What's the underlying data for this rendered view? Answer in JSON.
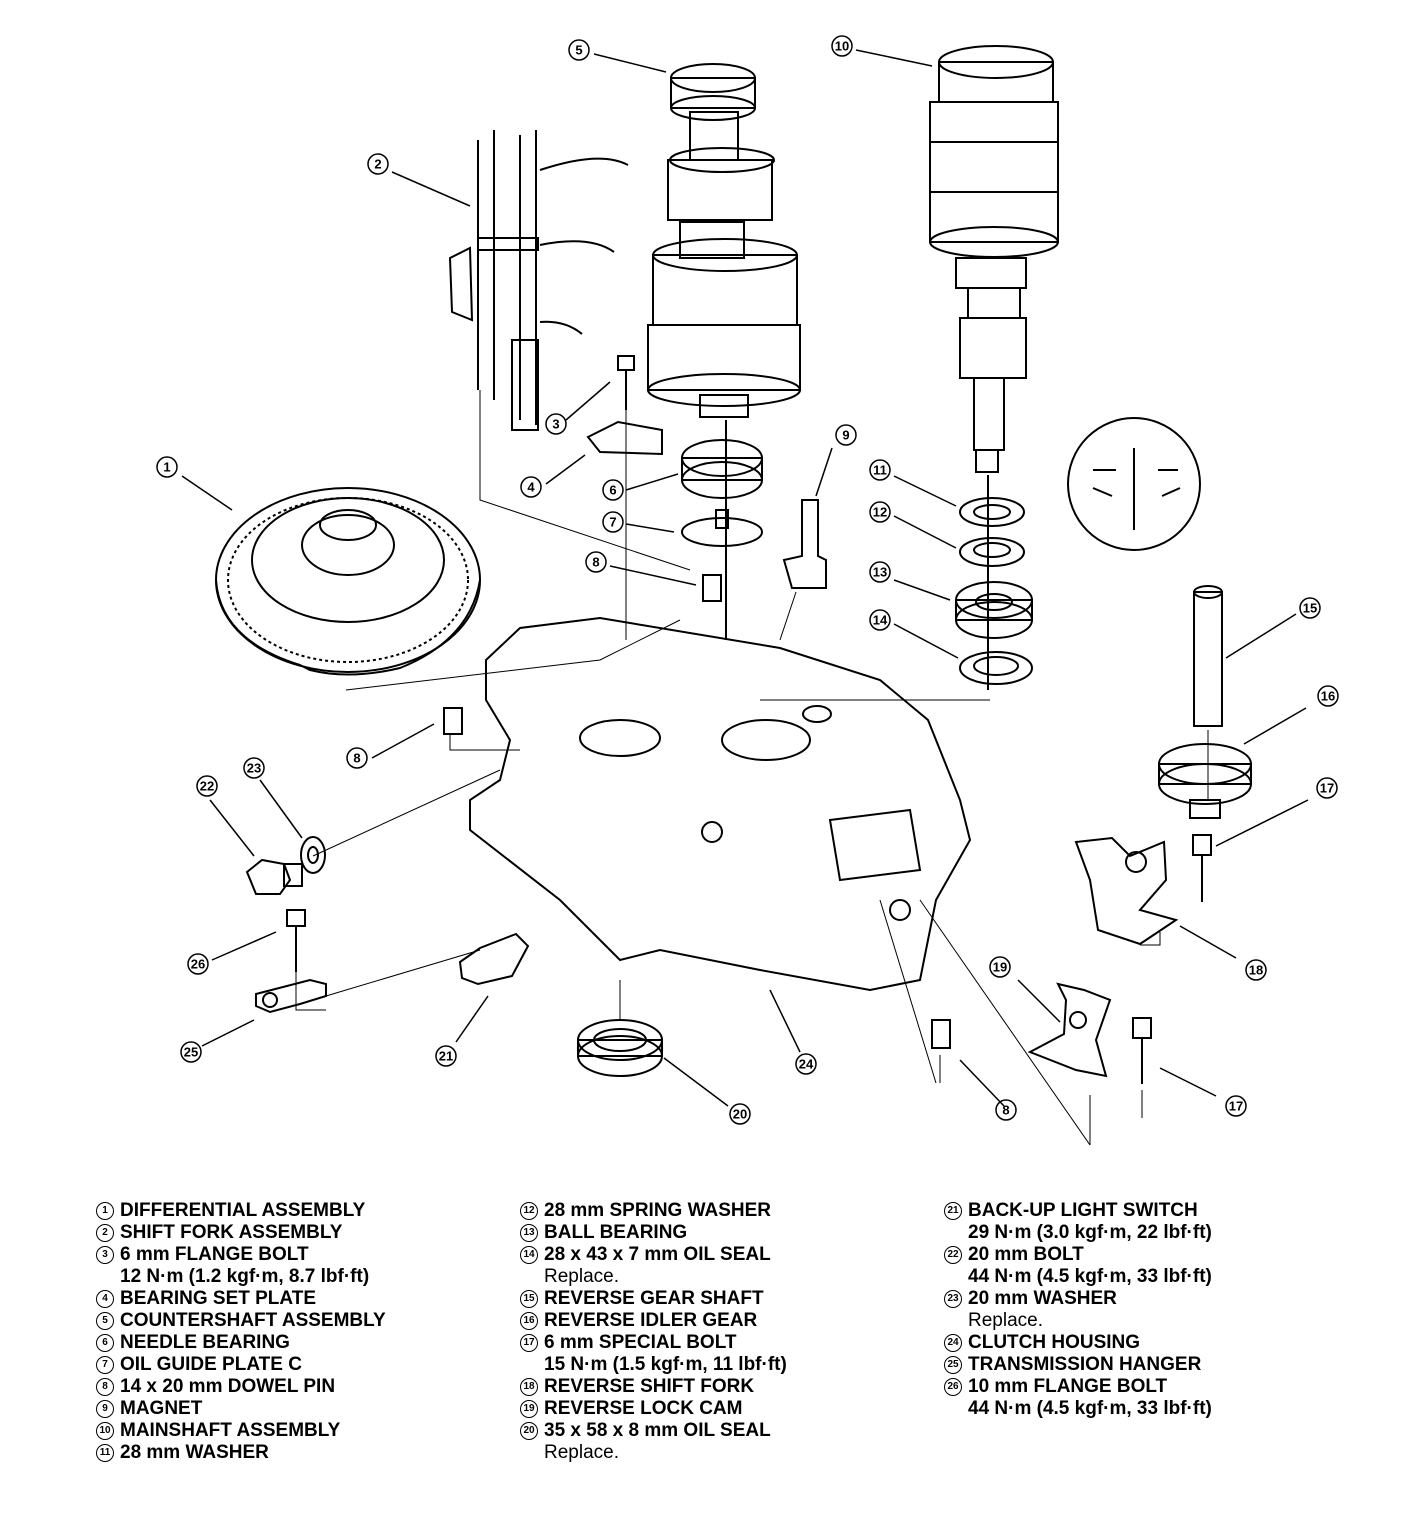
{
  "callouts": [
    {
      "num": "1"
    },
    {
      "num": "2"
    },
    {
      "num": "3"
    },
    {
      "num": "4"
    },
    {
      "num": "5"
    },
    {
      "num": "6"
    },
    {
      "num": "7"
    },
    {
      "num": "8"
    },
    {
      "num": "8"
    },
    {
      "num": "8"
    },
    {
      "num": "9"
    },
    {
      "num": "10"
    },
    {
      "num": "11"
    },
    {
      "num": "12"
    },
    {
      "num": "13"
    },
    {
      "num": "14"
    },
    {
      "num": "15"
    },
    {
      "num": "16"
    },
    {
      "num": "17"
    },
    {
      "num": "17"
    },
    {
      "num": "18"
    },
    {
      "num": "19"
    },
    {
      "num": "20"
    },
    {
      "num": "21"
    },
    {
      "num": "22"
    },
    {
      "num": "23"
    },
    {
      "num": "24"
    },
    {
      "num": "25"
    },
    {
      "num": "26"
    }
  ],
  "legend": {
    "col1": [
      {
        "num": "1",
        "label": "DIFFERENTIAL ASSEMBLY"
      },
      {
        "num": "2",
        "label": "SHIFT FORK ASSEMBLY"
      },
      {
        "num": "3",
        "label": "6 mm FLANGE BOLT",
        "spec": "12 N·m (1.2 kgf·m, 8.7 lbf·ft)"
      },
      {
        "num": "4",
        "label": "BEARING SET PLATE"
      },
      {
        "num": "5",
        "label": "COUNTERSHAFT ASSEMBLY"
      },
      {
        "num": "6",
        "label": "NEEDLE BEARING"
      },
      {
        "num": "7",
        "label": "OIL GUIDE PLATE C"
      },
      {
        "num": "8",
        "label": "14 x 20 mm DOWEL PIN"
      },
      {
        "num": "9",
        "label": "MAGNET"
      },
      {
        "num": "10",
        "label": "MAINSHAFT ASSEMBLY"
      },
      {
        "num": "11",
        "label": "28 mm WASHER"
      }
    ],
    "col2": [
      {
        "num": "12",
        "label": "28 mm SPRING WASHER"
      },
      {
        "num": "13",
        "label": "BALL BEARING"
      },
      {
        "num": "14",
        "label": "28 x 43 x 7 mm OIL SEAL",
        "note": "Replace."
      },
      {
        "num": "15",
        "label": "REVERSE GEAR SHAFT"
      },
      {
        "num": "16",
        "label": "REVERSE IDLER GEAR"
      },
      {
        "num": "17",
        "label": "6 mm SPECIAL BOLT",
        "spec": "15 N·m (1.5 kgf·m, 11 lbf·ft)"
      },
      {
        "num": "18",
        "label": "REVERSE SHIFT FORK"
      },
      {
        "num": "19",
        "label": "REVERSE LOCK CAM"
      },
      {
        "num": "20",
        "label": "35 x 58 x 8 mm OIL SEAL",
        "note": "Replace."
      }
    ],
    "col3": [
      {
        "num": "21",
        "label": "BACK-UP LIGHT SWITCH",
        "spec": "29 N·m (3.0 kgf·m, 22 lbf·ft)"
      },
      {
        "num": "22",
        "label": "20 mm BOLT",
        "spec": "44 N·m (4.5 kgf·m, 33 lbf·ft)"
      },
      {
        "num": "23",
        "label": "20 mm WASHER",
        "note": "Replace."
      },
      {
        "num": "24",
        "label": "CLUTCH HOUSING"
      },
      {
        "num": "25",
        "label": "TRANSMISSION HANGER"
      },
      {
        "num": "26",
        "label": "10 mm FLANGE BOLT",
        "spec": "44 N·m (4.5 kgf·m, 33 lbf·ft)"
      }
    ]
  }
}
